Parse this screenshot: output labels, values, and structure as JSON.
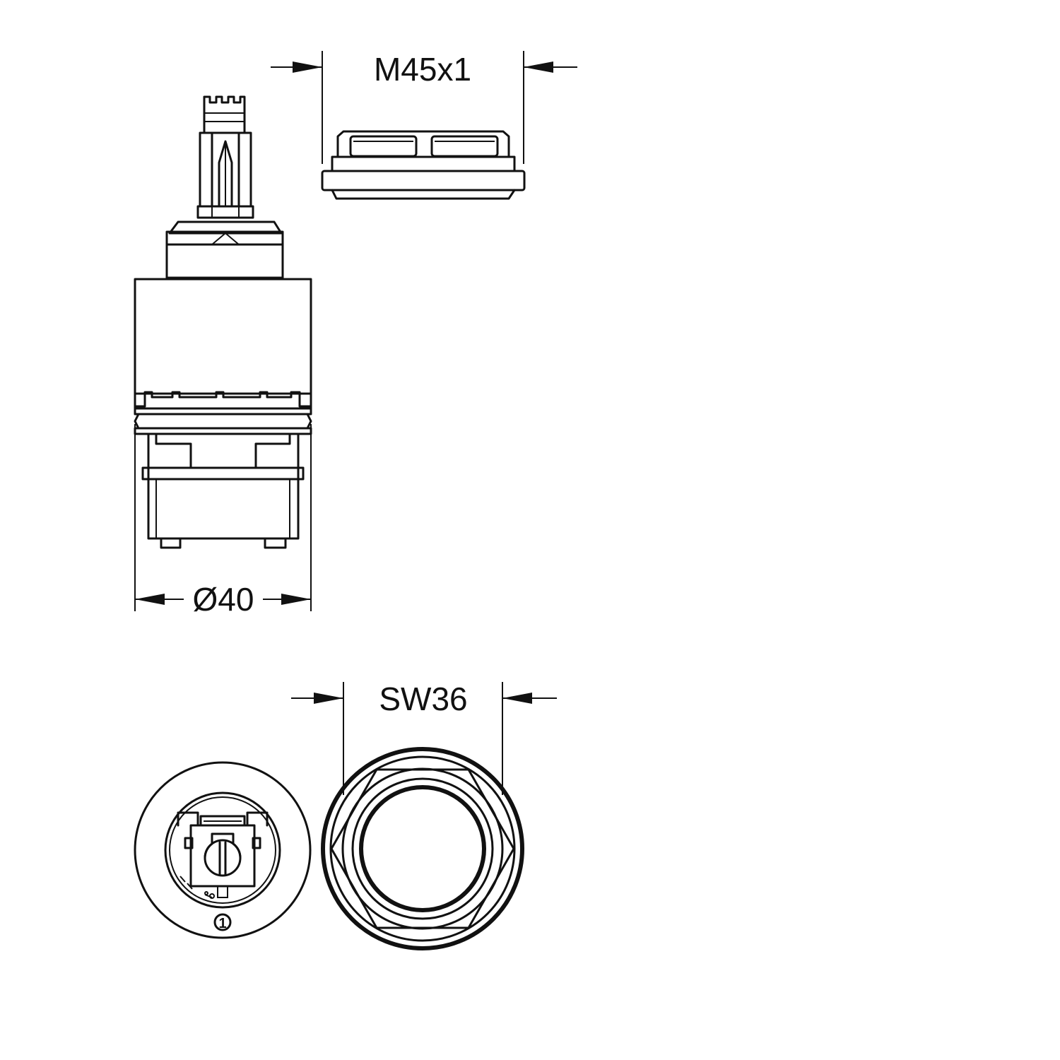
{
  "dimensions": {
    "nut_thread": "M45x1",
    "cartridge_diameter": "Ø40",
    "wrench_size": "SW36"
  },
  "markers": {
    "position_mark": "1"
  },
  "colors": {
    "line": "#111111",
    "background": "#ffffff"
  }
}
